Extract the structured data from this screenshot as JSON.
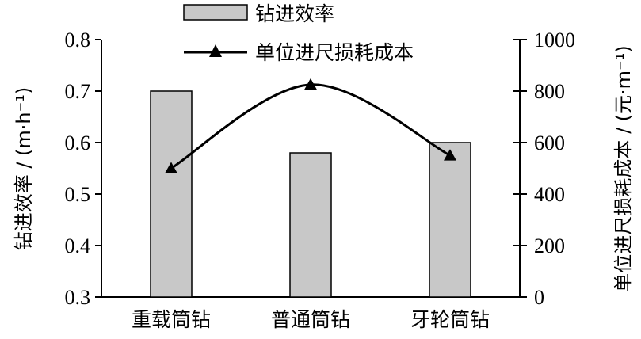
{
  "chart_data": {
    "type": "bar",
    "categories": [
      "重载筒钻",
      "普通筒钻",
      "牙轮筒钻"
    ],
    "series": [
      {
        "name": "钻进效率",
        "type": "bar",
        "axis": "left",
        "values": [
          0.7,
          0.58,
          0.6
        ],
        "color": "#c8c8c8"
      },
      {
        "name": "单位进尺损耗成本",
        "type": "line",
        "axis": "right",
        "marker": "triangle",
        "values": [
          500,
          825,
          550
        ],
        "color": "#000000"
      }
    ],
    "left_axis": {
      "label": "钻进效率 / (m·h⁻¹)",
      "ylim": [
        0.3,
        0.8
      ],
      "ticks": [
        "0.3",
        "0.4",
        "0.5",
        "0.6",
        "0.7",
        "0.8"
      ]
    },
    "right_axis": {
      "label": "单位进尺损耗成本 / (元·m⁻¹)",
      "ylim": [
        0,
        1000
      ],
      "ticks": [
        "0",
        "200",
        "400",
        "600",
        "800",
        "1000"
      ]
    },
    "legend": {
      "position": "top",
      "entries": [
        "钻进效率",
        "单位进尺损耗成本"
      ]
    },
    "grid": false
  }
}
